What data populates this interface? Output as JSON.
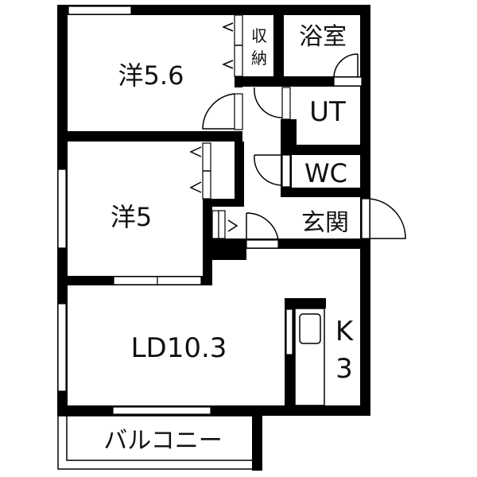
{
  "rooms": {
    "western1": "洋5.6",
    "storage_top": "収",
    "storage_bottom": "納",
    "bath": "浴室",
    "utility": "UT",
    "toilet": "WC",
    "entrance": "玄関",
    "western2": "洋5",
    "living_dining": "LD10.3",
    "kitchen_k": "K",
    "kitchen_size": "3",
    "balcony": "バルコニー"
  },
  "colors": {
    "wall": "#000000",
    "background": "#ffffff"
  }
}
